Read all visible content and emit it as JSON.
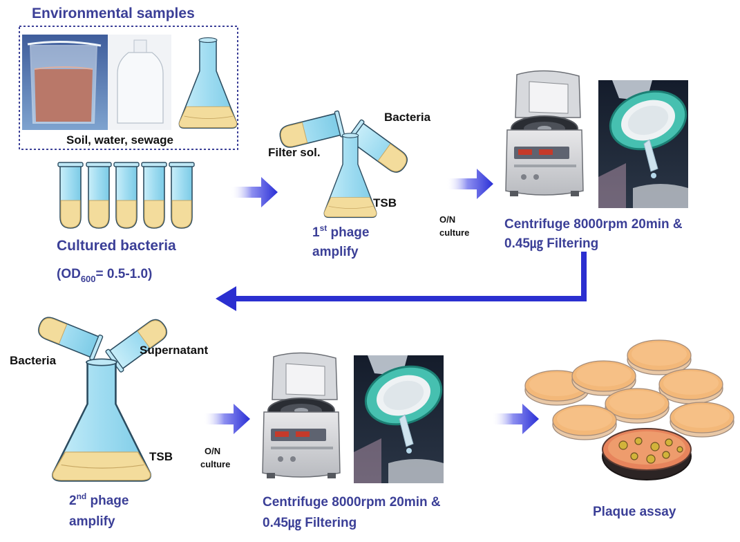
{
  "labels": {
    "environmental_samples": "Environmental samples",
    "soil_water_sewage": "Soil, water, sewage",
    "cultured_bacteria": "Cultured bacteria",
    "od_prefix": "(OD",
    "od_sub": "600",
    "od_suffix": "= 0.5-1.0)",
    "filter_sol": "Filter sol.",
    "bacteria_top": "Bacteria",
    "tsb_top": "TSB",
    "first_num": "1",
    "first_sup": "st",
    "first_rest": " phage",
    "amplify_top": "amplify",
    "on_1": "O/N",
    "culture_1": "culture",
    "centrifuge_top_1": "Centrifuge 8000rpm 20min &",
    "centrifuge_top_2": "0.45㎍ Filtering",
    "bacteria_bottom": "Bacteria",
    "supernatant": "Supernatant",
    "tsb_bottom": "TSB",
    "second_num": "2",
    "second_sup": "nd",
    "second_rest": " phage",
    "amplify_bottom": "amplify",
    "on_2": "O/N",
    "culture_2": "culture",
    "centrifuge_bottom_1": "Centrifuge 8000rpm 20min &",
    "centrifuge_bottom_2": "0.45㎍ Filtering",
    "plaque_assay": "Plaque assay"
  },
  "colors": {
    "label_blue": "#3b3f97",
    "arrow_blue": "#2b2fd0",
    "tube_blue": "#a8e0f2",
    "medium_yellow": "#f3dc9c",
    "plate_orange": "#f0b070"
  },
  "icons": [
    "beaker-photo",
    "bottle-photo",
    "flask-icon",
    "test-tube-icon",
    "centrifuge-icon",
    "syringe-filter-photo",
    "petri-dish-icon",
    "arrow-icon"
  ]
}
